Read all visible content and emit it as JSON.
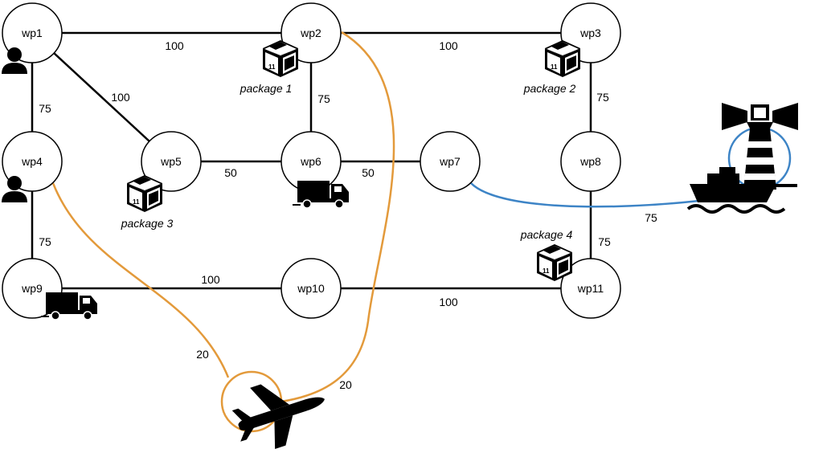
{
  "waypoints": {
    "wp1": "wp1",
    "wp2": "wp2",
    "wp3": "wp3",
    "wp4": "wp4",
    "wp5": "wp5",
    "wp6": "wp6",
    "wp7": "wp7",
    "wp8": "wp8",
    "wp9": "wp9",
    "wp10": "wp10",
    "wp11": "wp11"
  },
  "road_edges": {
    "wp1_wp2": "100",
    "wp2_wp3": "100",
    "wp1_wp5": "100",
    "wp1_wp4": "75",
    "wp2_wp6": "75",
    "wp3_wp8": "75",
    "wp5_wp6": "50",
    "wp6_wp7": "50",
    "wp4_wp9": "75",
    "wp9_wp10": "100",
    "wp10_wp11": "100",
    "wp8_wp11": "75"
  },
  "air_edges": {
    "wp4_airport": "20",
    "wp2_airport": "20"
  },
  "sea_edges": {
    "wp7_port": "75"
  },
  "packages": {
    "package1": "package 1",
    "package2": "package 2",
    "package3": "package 3",
    "package4": "package 4"
  },
  "colors": {
    "road": "#000000",
    "air": "#e39a3b",
    "sea": "#3d84c6"
  },
  "icons": [
    "person-icon",
    "truck-icon",
    "package-icon",
    "airplane-icon",
    "lighthouse-icon",
    "ship-icon"
  ]
}
